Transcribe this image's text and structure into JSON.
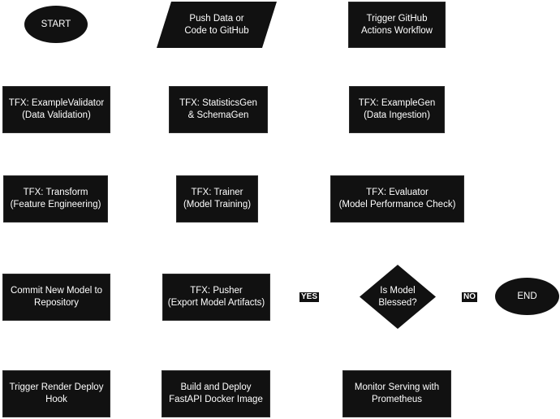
{
  "nodes": {
    "start": "START",
    "push": "Push Data or\nCode to GitHub",
    "trigger_gha": "Trigger GitHub\nActions Workflow",
    "example_validator": "TFX: ExampleValidator\n(Data Validation)",
    "statistics_gen": "TFX: StatisticsGen\n& SchemaGen",
    "example_gen": "TFX: ExampleGen\n(Data Ingestion)",
    "transform": "TFX: Transform\n(Feature Engineering)",
    "trainer": "TFX: Trainer\n(Model Training)",
    "evaluator": "TFX: Evaluator\n(Model Performance Check)",
    "commit": "Commit New Model to\nRepository",
    "pusher": "TFX: Pusher\n(Export Model Artifacts)",
    "decision": "Is Model\nBlessed?",
    "end": "END",
    "render_hook": "Trigger Render Deploy\nHook",
    "build_deploy": "Build and Deploy\nFastAPI Docker Image",
    "monitor": "Monitor Serving with\nPrometheus"
  },
  "edge_labels": {
    "yes": "YES",
    "no": "NO"
  },
  "colors": {
    "node_fill": "#111111",
    "node_text": "#ffffff",
    "background": "#ffffff"
  }
}
